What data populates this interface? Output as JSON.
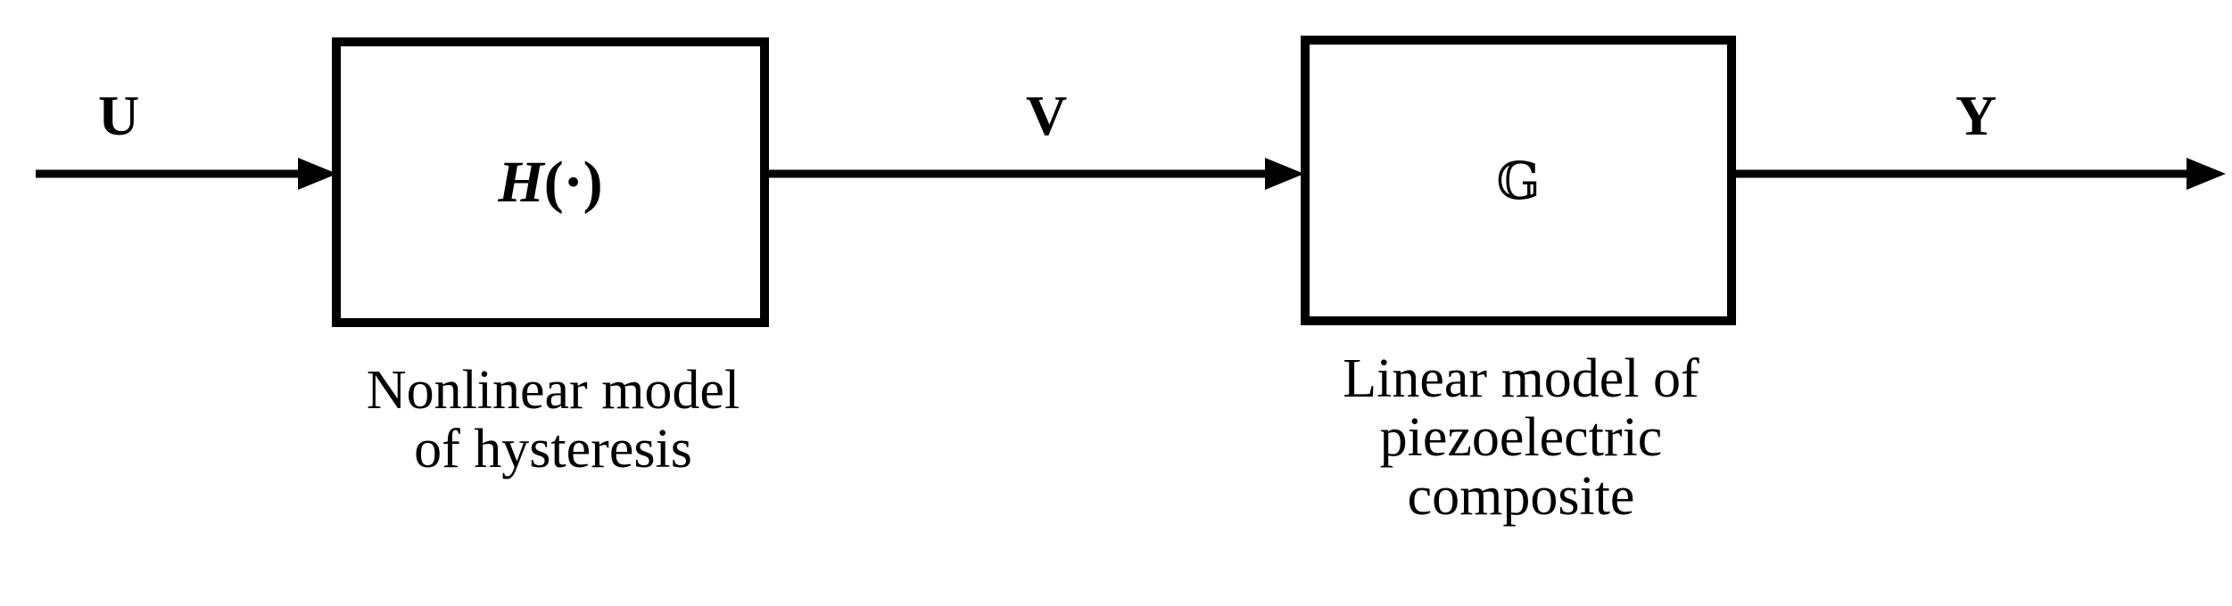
{
  "signals": {
    "input": "U",
    "intermediate": "V",
    "output": "Y"
  },
  "blocks": [
    {
      "symbol": "H",
      "symbol_arg": "(·)",
      "caption_lines": [
        "Nonlinear model",
        "of hysteresis"
      ]
    },
    {
      "symbol": "𝔾",
      "caption_lines": [
        "Linear model of",
        "piezoelectric",
        "composite"
      ]
    }
  ],
  "colors": {
    "line": "#000000",
    "background": "#ffffff"
  }
}
